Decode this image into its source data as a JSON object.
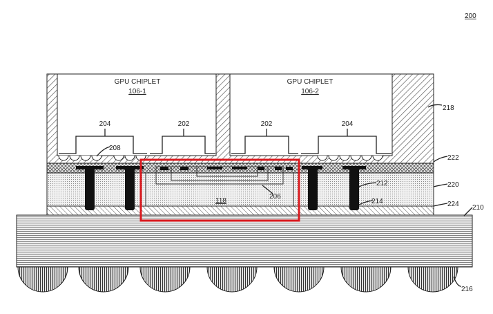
{
  "figure_number": "200",
  "chiplets": [
    {
      "title": "GPU CHIPLET",
      "ref": "106-1"
    },
    {
      "title": "GPU CHIPLET",
      "ref": "106-2"
    }
  ],
  "labels": {
    "encapsulant": "218",
    "layer_222": "222",
    "layer_220": "220",
    "layer_224": "224",
    "substrate": "210",
    "solder_balls": "216",
    "via": "212",
    "via_pad": "214",
    "bridge_interconnect": "206",
    "bridge_die": "118",
    "bumps": "208",
    "left_group_1": "204",
    "left_group_2": "202",
    "right_group_1": "202",
    "right_group_2": "204"
  },
  "highlight_color": "#d9191e"
}
